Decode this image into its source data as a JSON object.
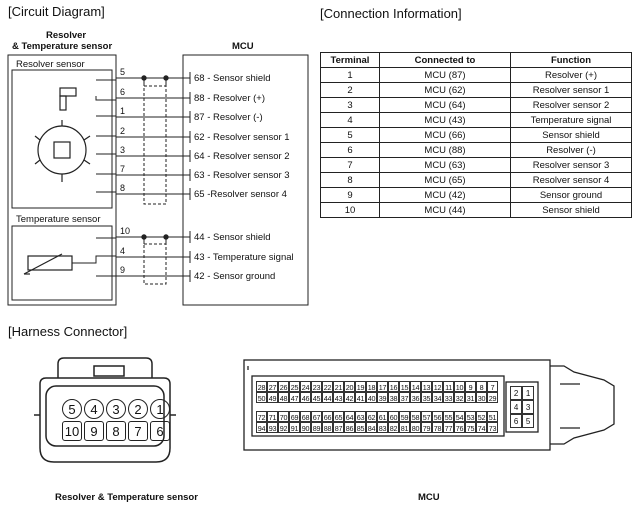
{
  "circuit": {
    "title": "[Circuit Diagram]",
    "sensor_header_line1": "Resolver",
    "sensor_header_line2": "& Temperature sensor",
    "mcu_header": "MCU",
    "resolver_box_label": "Resolver sensor",
    "temp_box_label": "Temperature sensor",
    "resolver_pins": [
      "5",
      "6",
      "1",
      "2",
      "3",
      "7",
      "8"
    ],
    "resolver_mcu": [
      "68 - Sensor shield",
      "88 - Resolver (+)",
      "87 - Resolver (-)",
      "62 - Resolver sensor 1",
      "64 - Resolver sensor 2",
      "63 - Resolver sensor 3",
      "65 -Resolver sensor 4"
    ],
    "temp_pins": [
      "10",
      "4",
      "9"
    ],
    "temp_mcu": [
      "44 - Sensor shield",
      "43 - Temperature signal",
      "42 - Sensor ground"
    ]
  },
  "connection": {
    "title": "[Connection Information]",
    "headers": [
      "Terminal",
      "Connected to",
      "Function"
    ],
    "rows": [
      [
        "1",
        "MCU (87)",
        "Resolver (+)"
      ],
      [
        "2",
        "MCU (62)",
        "Resolver sensor 1"
      ],
      [
        "3",
        "MCU (64)",
        "Resolver sensor 2"
      ],
      [
        "4",
        "MCU (43)",
        "Temperature signal"
      ],
      [
        "5",
        "MCU (66)",
        "Sensor shield"
      ],
      [
        "6",
        "MCU (88)",
        "Resolver (-)"
      ],
      [
        "7",
        "MCU (63)",
        "Resolver sensor 3"
      ],
      [
        "8",
        "MCU (65)",
        "Resolver sensor 4"
      ],
      [
        "9",
        "MCU (42)",
        "Sensor ground"
      ],
      [
        "10",
        "MCU (44)",
        "Sensor shield"
      ]
    ]
  },
  "harness": {
    "title": "[Harness Connector]",
    "left_caption": "Resolver & Temperature sensor",
    "right_caption": "MCU",
    "sensor_top_row": [
      "5",
      "4",
      "3",
      "2",
      "1"
    ],
    "sensor_bottom_row": [
      "10",
      "9",
      "8",
      "7",
      "6"
    ],
    "mcu_rows": [
      [
        "28",
        "27",
        "26",
        "25",
        "24",
        "23",
        "22",
        "21",
        "20",
        "19",
        "18",
        "17",
        "16",
        "15",
        "14",
        "13",
        "12",
        "11",
        "10",
        "9",
        "8",
        "7"
      ],
      [
        "50",
        "49",
        "48",
        "47",
        "46",
        "45",
        "44",
        "43",
        "42",
        "41",
        "40",
        "39",
        "38",
        "37",
        "36",
        "35",
        "34",
        "33",
        "32",
        "31",
        "30",
        "29"
      ],
      [
        "72",
        "71",
        "70",
        "69",
        "68",
        "67",
        "66",
        "65",
        "64",
        "63",
        "62",
        "61",
        "60",
        "59",
        "58",
        "57",
        "56",
        "55",
        "54",
        "53",
        "52",
        "51"
      ],
      [
        "94",
        "93",
        "92",
        "91",
        "90",
        "89",
        "88",
        "87",
        "86",
        "85",
        "84",
        "83",
        "82",
        "81",
        "80",
        "79",
        "78",
        "77",
        "76",
        "75",
        "74",
        "73"
      ]
    ],
    "mcu_small_block": [
      [
        "2",
        "1"
      ],
      [
        "4",
        "3"
      ],
      [
        "6",
        "5"
      ]
    ]
  }
}
